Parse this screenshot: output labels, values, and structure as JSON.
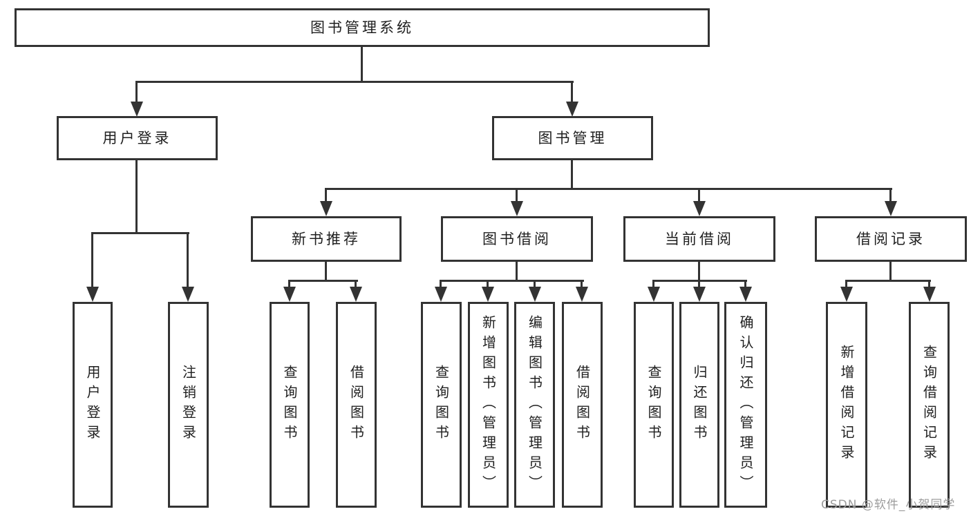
{
  "nodes": {
    "root": "图书管理系统",
    "user_login": "用户登录",
    "book_management": "图书管理",
    "new_book_recommendation": "新书推荐",
    "book_borrowing": "图书借阅",
    "current_borrowing": "当前借阅",
    "borrowing_records": "借阅记录",
    "leaf_user_login": "用户登录",
    "leaf_logout": "注销登录",
    "leaf_recommend_query_books": "查询图书",
    "leaf_recommend_borrow_books": "借阅图书",
    "leaf_borrowing_query_books": "查询图书",
    "leaf_add_books_admin": "新增图书（管理员）",
    "leaf_edit_books_admin": "编辑图书（管理员）",
    "leaf_borrowing_borrow_books": "借阅图书",
    "leaf_current_query_books": "查询图书",
    "leaf_return_books": "归还图书",
    "leaf_confirm_return_admin": "确认归还（管理员）",
    "leaf_add_borrowing_record": "新增借阅记录",
    "leaf_query_borrowing_record": "查询借阅记录"
  },
  "watermark": "CSDN @软件_小贺同学",
  "colors": {
    "line": "#333333",
    "text": "#1f1f1f",
    "background": "#ffffff",
    "watermark": "#9c9c9c"
  }
}
